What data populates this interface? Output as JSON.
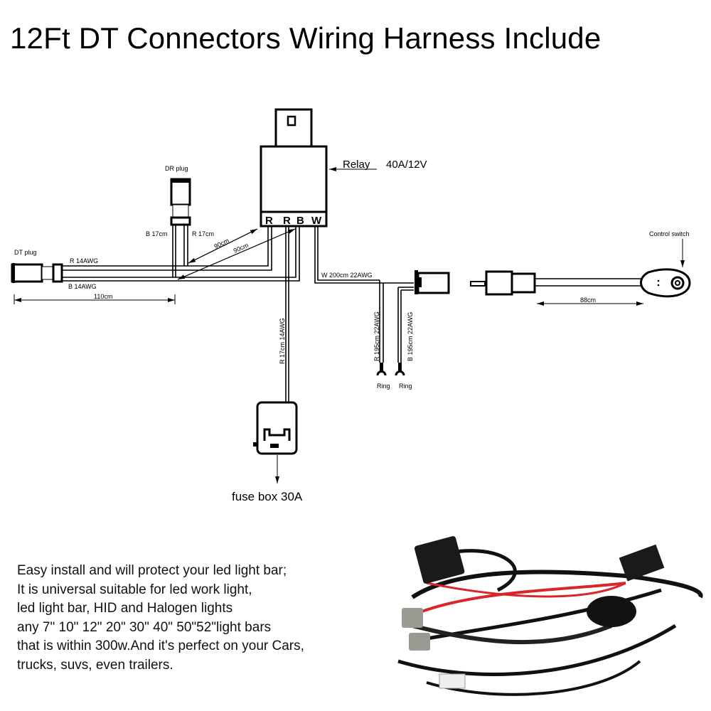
{
  "title": "12Ft DT Connectors Wiring Harness Include",
  "diagram": {
    "relay_label": "Relay",
    "relay_rating": "40A/12V",
    "relay_pins": [
      "R",
      "R",
      "B",
      "W"
    ],
    "dr_plug": "DR plug",
    "dt_plug": "DT plug",
    "b_17cm": "B  17cm",
    "r_17cm": "R  17cm",
    "r_14awg": "R  14AWG",
    "b_14awg": "B  14AWG",
    "len_110": "110cm",
    "len_90a": "90cm",
    "len_90b": "90cm",
    "r_17cm_14awg": "R  17cm  14AWG",
    "w_200cm": "W  200cm  22AWG",
    "r_195cm": "R  195cm  22AWG",
    "b_195cm": "B  195cm  22AWG",
    "ring1": "Ring",
    "ring2": "Ring",
    "control_switch": "Control switch",
    "len_88": "88cm",
    "fuse_box": "fuse box 30A"
  },
  "description": [
    "Easy install and will protect your led light bar;",
    "It is universal suitable for led work light,",
    "led light bar, HID and Halogen lights",
    "any 7\" 10\" 12\" 20\" 30\" 40\" 50\"52\"light bars",
    "that is within 300w.And it's perfect on your Cars,",
    "trucks, suvs, even trailers."
  ],
  "colors": {
    "wire_red": "#d8262a",
    "wire_black": "#111111",
    "connector_grey": "#9a9a92"
  }
}
